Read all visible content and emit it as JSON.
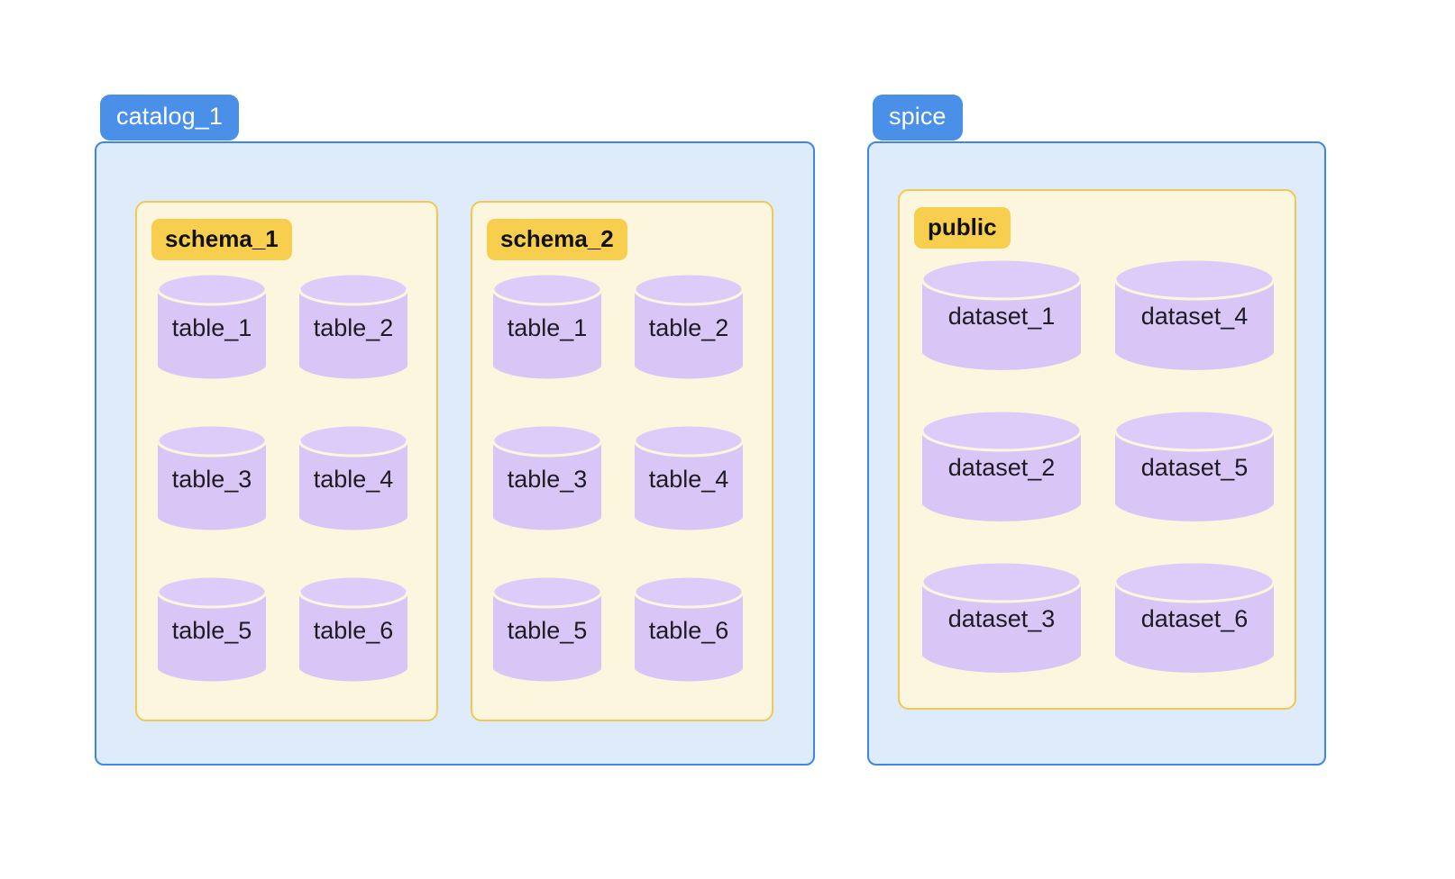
{
  "theme": {
    "page_background": "#ffffff",
    "catalog_badge_bg": "#4a90e8",
    "catalog_badge_text": "#ffffff",
    "catalog_panel_bg": "#ddebfb",
    "catalog_panel_border": "#3c87e8",
    "schema_panel_bg": "#fdf6de",
    "schema_panel_border": "#f1c75a",
    "schema_badge_bg": "#f7ce4d",
    "schema_badge_text": "#121212",
    "cylinder_body": "#d9c6f6",
    "cylinder_top": "#ddccf9",
    "cylinder_stroke": "#fdf6de",
    "label_text": "#1e1b23"
  },
  "catalogs": [
    {
      "name": "catalog_1",
      "icon": "database-catalog-icon",
      "schemas": [
        {
          "name": "schema_1",
          "objects": [
            {
              "label": "table_1",
              "icon": "cylinder-icon"
            },
            {
              "label": "table_2",
              "icon": "cylinder-icon"
            },
            {
              "label": "table_3",
              "icon": "cylinder-icon"
            },
            {
              "label": "table_4",
              "icon": "cylinder-icon"
            },
            {
              "label": "table_5",
              "icon": "cylinder-icon"
            },
            {
              "label": "table_6",
              "icon": "cylinder-icon"
            }
          ]
        },
        {
          "name": "schema_2",
          "objects": [
            {
              "label": "table_1",
              "icon": "cylinder-icon"
            },
            {
              "label": "table_2",
              "icon": "cylinder-icon"
            },
            {
              "label": "table_3",
              "icon": "cylinder-icon"
            },
            {
              "label": "table_4",
              "icon": "cylinder-icon"
            },
            {
              "label": "table_5",
              "icon": "cylinder-icon"
            },
            {
              "label": "table_6",
              "icon": "cylinder-icon"
            }
          ]
        }
      ]
    },
    {
      "name": "spice",
      "icon": "database-catalog-icon",
      "schemas": [
        {
          "name": "public",
          "objects": [
            {
              "label": "dataset_1",
              "icon": "cylinder-icon"
            },
            {
              "label": "dataset_4",
              "icon": "cylinder-icon"
            },
            {
              "label": "dataset_2",
              "icon": "cylinder-icon"
            },
            {
              "label": "dataset_5",
              "icon": "cylinder-icon"
            },
            {
              "label": "dataset_3",
              "icon": "cylinder-icon"
            },
            {
              "label": "dataset_6",
              "icon": "cylinder-icon"
            }
          ]
        }
      ]
    }
  ]
}
